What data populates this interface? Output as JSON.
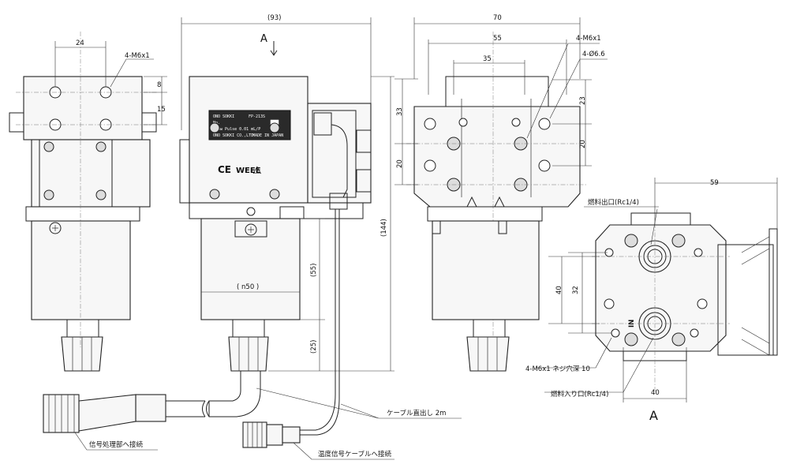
{
  "views": {
    "left": {
      "dim_width": "24",
      "hole_callout": "4-M6x1",
      "dim_pitch_a": "8",
      "dim_pitch_b": "15"
    },
    "center": {
      "dim_overall_width": "(93)",
      "arrow_view_label": "A",
      "dim_height_total": "(144)",
      "dim_body_height": "(55)",
      "dim_cable_exit": "(25)",
      "dim_body_width": "( n50 )",
      "nameplate": {
        "brand": "ONO SOKKI",
        "model": "FP-213S",
        "no_label": "No.",
        "pulse": "Flow Pulse 0.01 mL/P",
        "maker": "ONO SOKKI CO.,LTD",
        "made_in": "MADE IN JAPAN"
      },
      "marks": [
        "CE",
        "WEEE",
        "⚠"
      ]
    },
    "right": {
      "dim_width_70": "70",
      "dim_width_55": "55",
      "dim_width_35": "35",
      "hole_callout_m6": "4-M6x1",
      "hole_callout_dia": "4-Ø6.6",
      "dim_33": "33",
      "dim_20_left": "20",
      "dim_23": "23",
      "dim_20_right": "20"
    },
    "view_a": {
      "dim_59": "59",
      "outlet_label": "燃料出口(Rc1/4)",
      "dim_40_v": "40",
      "dim_32": "32",
      "thread_label": "4-M6x1 ネジ穴深 10",
      "inlet_label": "燃料入り口(Rc1/4)",
      "dim_40_h": "40",
      "view_label": "A",
      "in_mark": "IN"
    }
  },
  "cables": {
    "cable_note": "ケーブル直出し 2m",
    "signal_connector_label": "信号処理部へ接続",
    "temp_connector_label": "温度信号ケーブルへ接続"
  }
}
